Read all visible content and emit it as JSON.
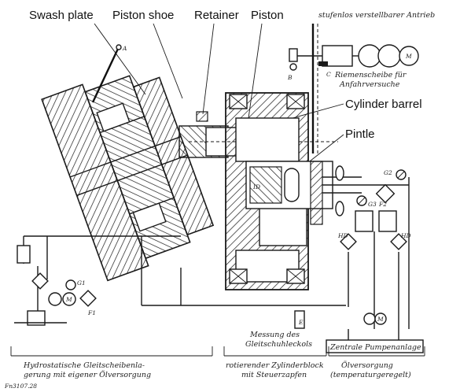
{
  "labels": {
    "swash_plate": "Swash plate",
    "piston_shoe": "Piston shoe",
    "retainer": "Retainer",
    "piston": "Piston",
    "cylinder_barrel": "Cylinder barrel",
    "pintle": "Pintle"
  },
  "german": {
    "drive": "stufenlos verstellbarer Antrieb",
    "pulley_line1": "Riemenscheibe für",
    "pulley_line2": "Anfahrversuche",
    "leak_line1": "Messung des",
    "leak_line2": "Gleitschuhleckols",
    "central_pump": "Zentrale Pumpenanlage",
    "hydrostatic_line1": "Hydrostatische Gleitscheibenla-",
    "hydrostatic_line2": "gerung mit eigener Ölversorgung",
    "rotating_line1": "rotierender Zylinderblock",
    "rotating_line2": "mit Steuerzapfen",
    "oil_line1": "Ölversorgung",
    "oil_line2": "(temperaturgeregelt)",
    "figure_id": "Fn3107.28"
  },
  "symbols": {
    "A": "A",
    "B": "B",
    "C": "C",
    "M1": "M",
    "M2": "M",
    "M3": "M",
    "G1": "G1",
    "G2": "G2",
    "G3": "G3",
    "F1": "F1",
    "F2": "F2",
    "HD1": "HD",
    "HD2": "HD",
    "E": "E",
    "ID": "ID"
  }
}
